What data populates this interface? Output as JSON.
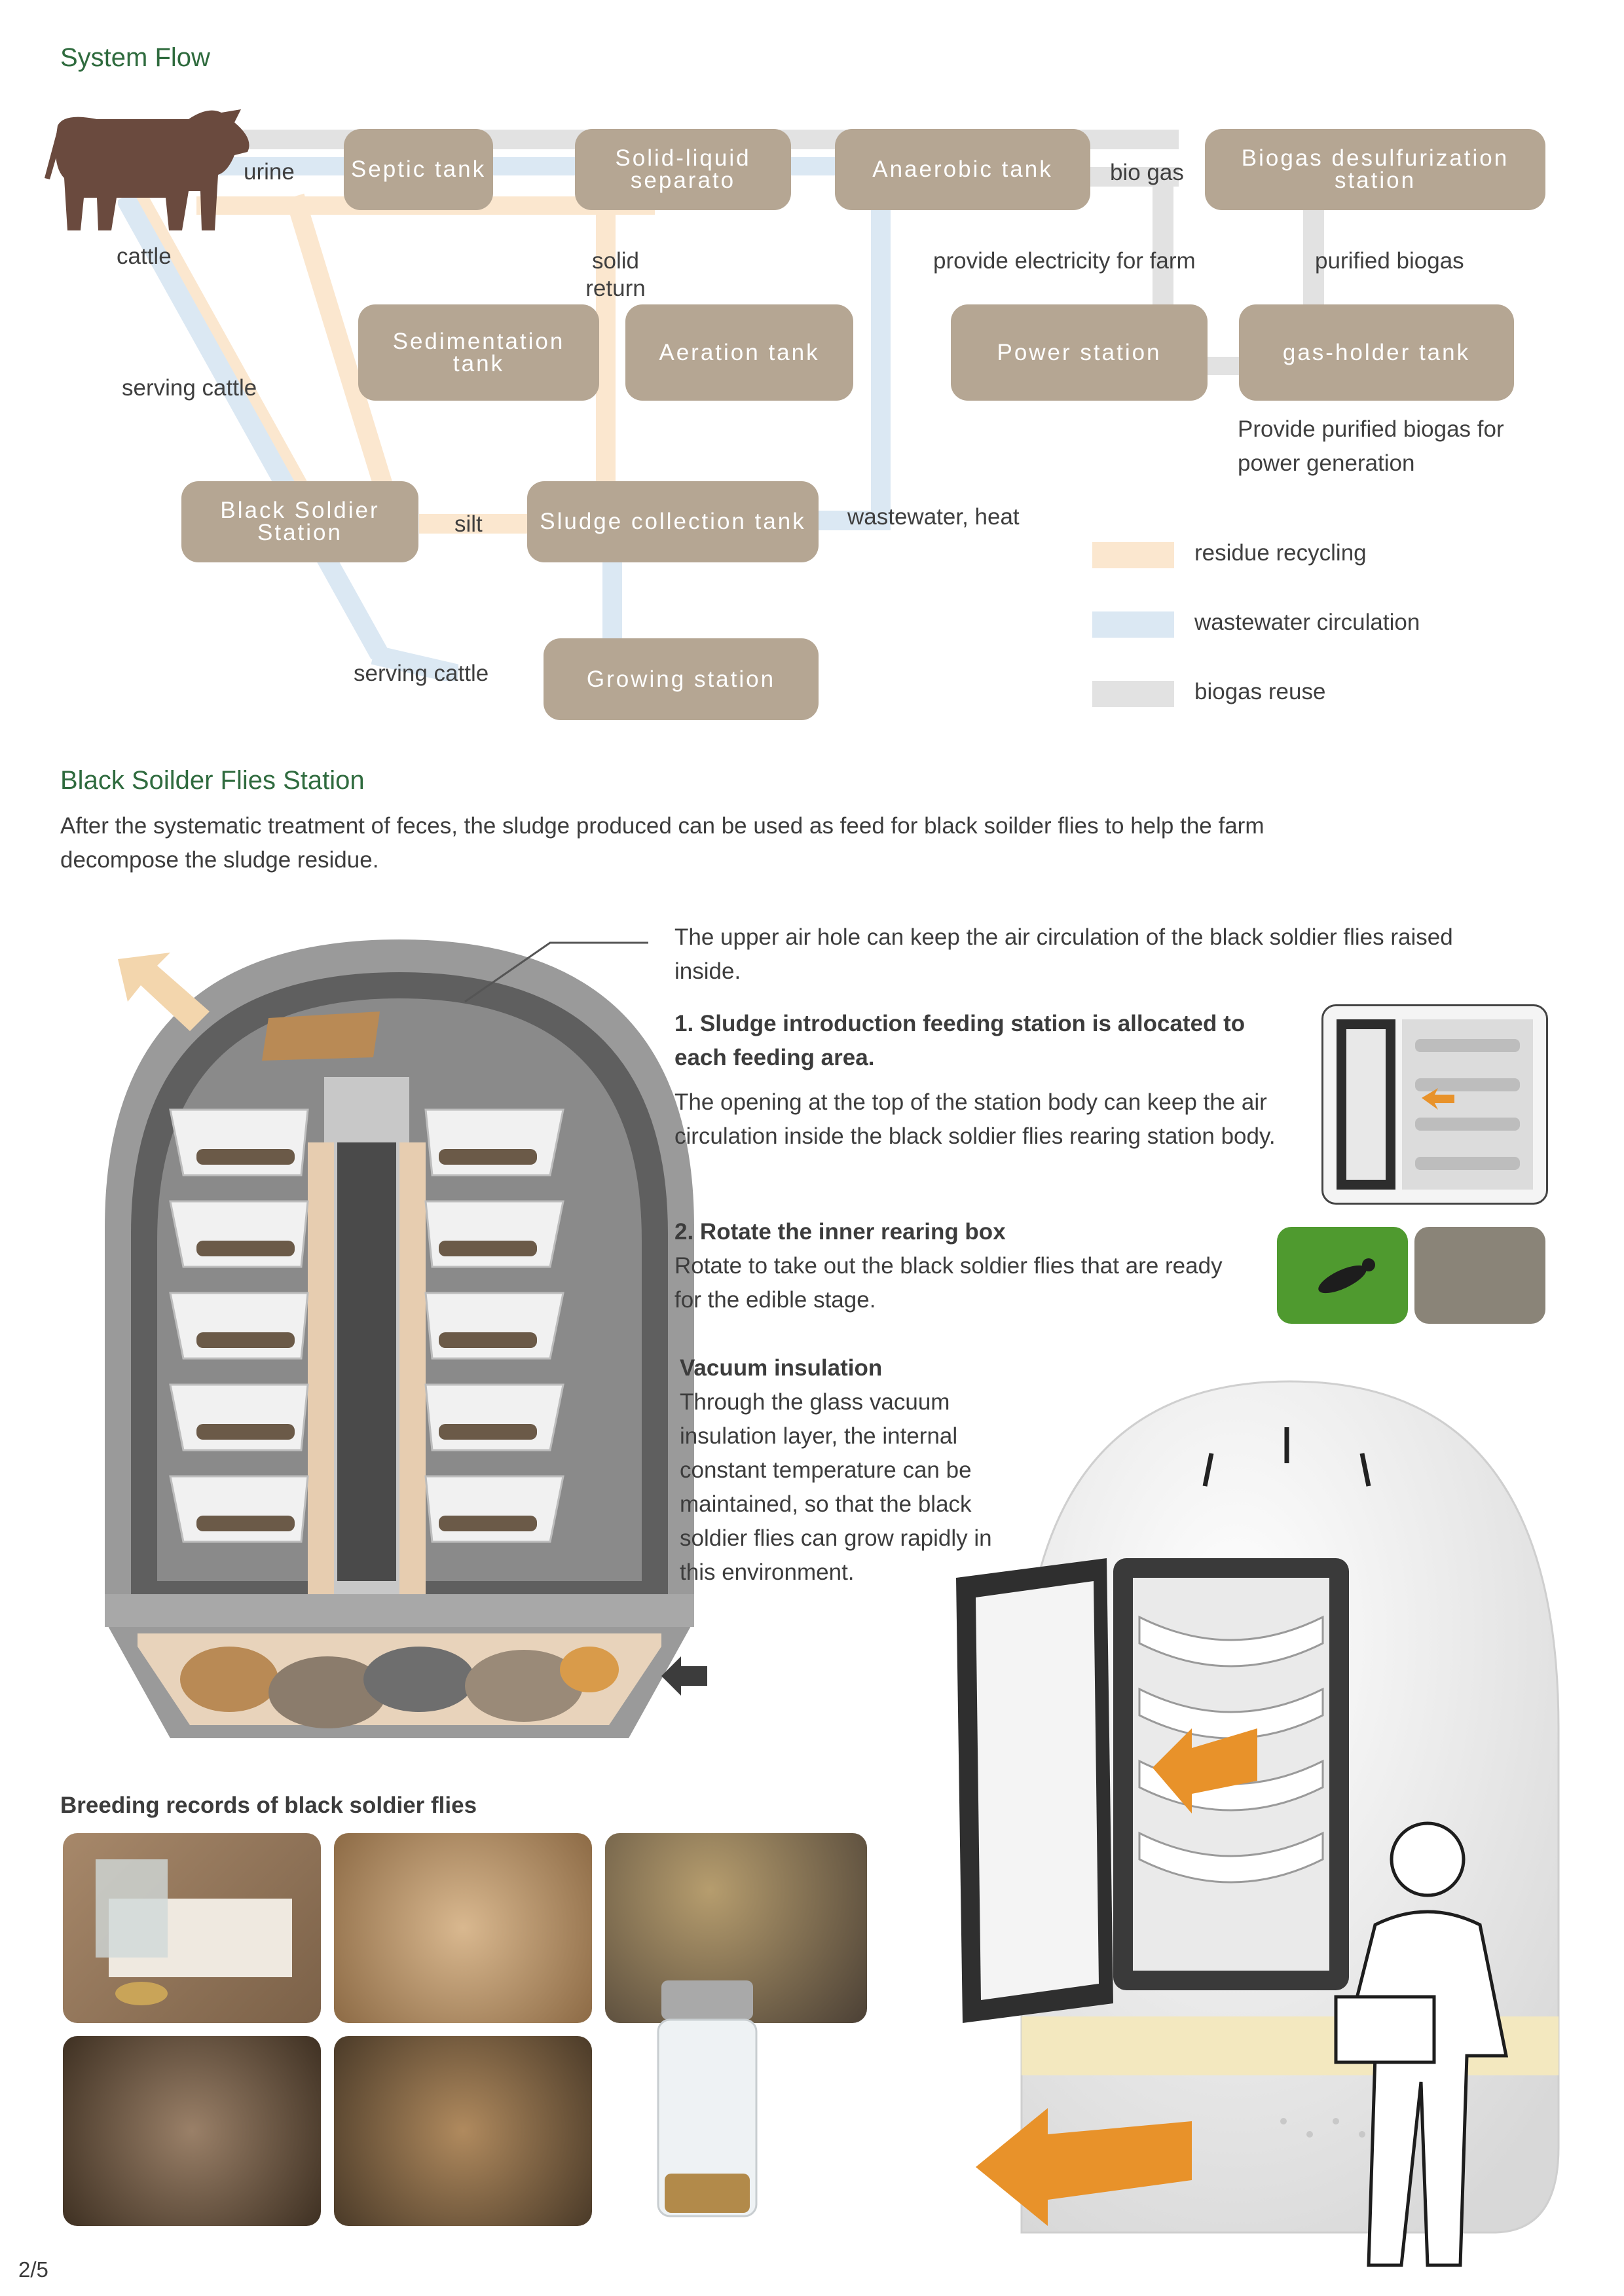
{
  "system_flow": {
    "title": "System Flow",
    "boxes": {
      "septic": "Septic tank",
      "separator": "Solid-liquid separato",
      "anaerobic": "Anaerobic tank",
      "desulfurization": "Biogas desulfurization station",
      "sedimentation": "Sedimentation tank",
      "aeration": "Aeration tank",
      "power": "Power station",
      "gasholder": "gas-holder tank",
      "bsf": "Black Soldier Station",
      "sludge": "Sludge collection tank",
      "growing": "Growing station"
    },
    "labels": {
      "urine": "urine",
      "cattle": "cattle",
      "serving1": "serving cattle",
      "solid_return": "solid return",
      "bio_gas": "bio gas",
      "electricity": "provide electricity for farm",
      "purified": "purified biogas",
      "provide_purified": "Provide purified biogas for power generation",
      "silt": "silt",
      "wastewater_heat": "wastewater, heat",
      "serving2": "serving cattle"
    },
    "legend": [
      {
        "label": "residue recycling",
        "color": "#fbe7cf"
      },
      {
        "label": "wastewater circulation",
        "color": "#dbe8f3"
      },
      {
        "label": "biogas reuse",
        "color": "#e2e2e2"
      }
    ]
  },
  "bsf_station": {
    "title": "Black Soilder Flies Station",
    "intro": "After the systematic treatment of feces, the sludge produced can be used as feed for black soilder flies to help the farm decompose the sludge residue.",
    "air_hole": "The upper air hole can keep the air circulation of the black soldier flies raised inside.",
    "point1_title": "1. Sludge introduction feeding station is allocated to each feeding area.",
    "point1_text": "The opening at the top of the station body can keep the air circulation inside the black soldier flies rearing station body.",
    "point2_title": "2. Rotate the inner rearing box",
    "point2_text": "Rotate to take out the black soldier flies that are ready for the edible stage.",
    "vacuum_title": "Vacuum insulation",
    "vacuum_text": "Through the glass vacuum insulation layer, the internal constant temperature can be maintained, so that the black soldier flies can grow rapidly in this environment."
  },
  "breeding": {
    "title": "Breeding records of black soldier flies"
  },
  "page_number": "2/5",
  "colors": {
    "box": "#b5a693",
    "title_green": "#2f6b3e",
    "arrow_orange": "#e8922a"
  }
}
